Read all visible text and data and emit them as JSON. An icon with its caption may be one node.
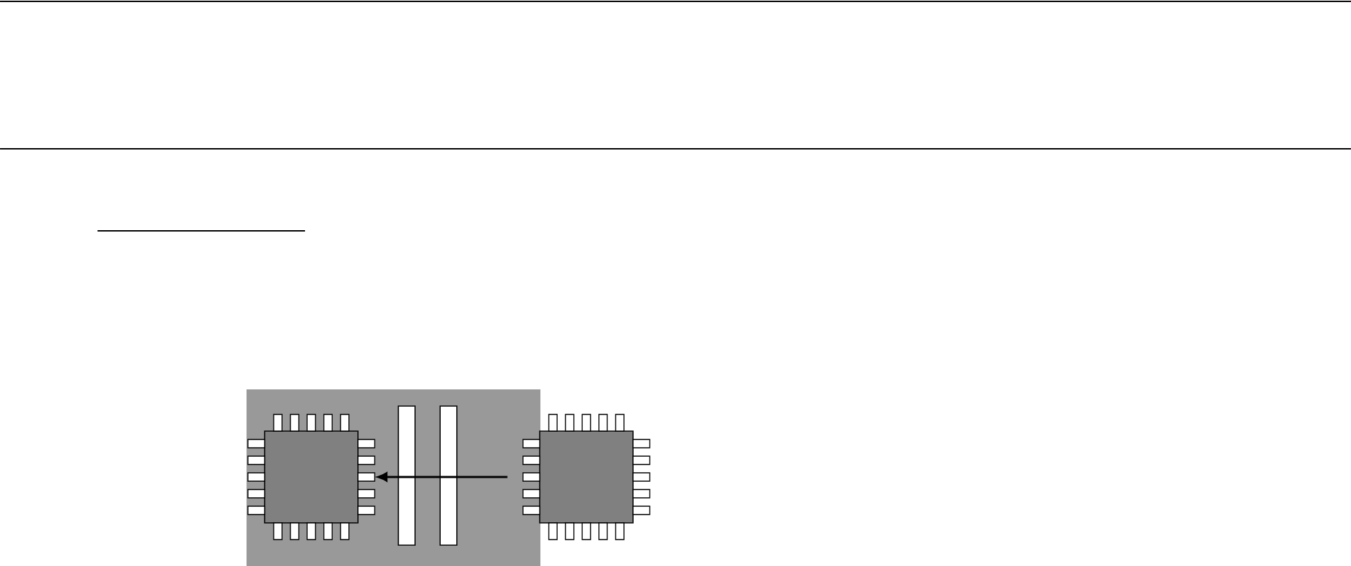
{
  "diagram": {
    "nodes": [
      {
        "text": [],
        "shape": "chip"
      },
      {
        "text": [],
        "shape": "chip"
      }
    ],
    "edges": [
      {
        "from": 1,
        "to": 0,
        "arrow": "to"
      }
    ]
  }
}
